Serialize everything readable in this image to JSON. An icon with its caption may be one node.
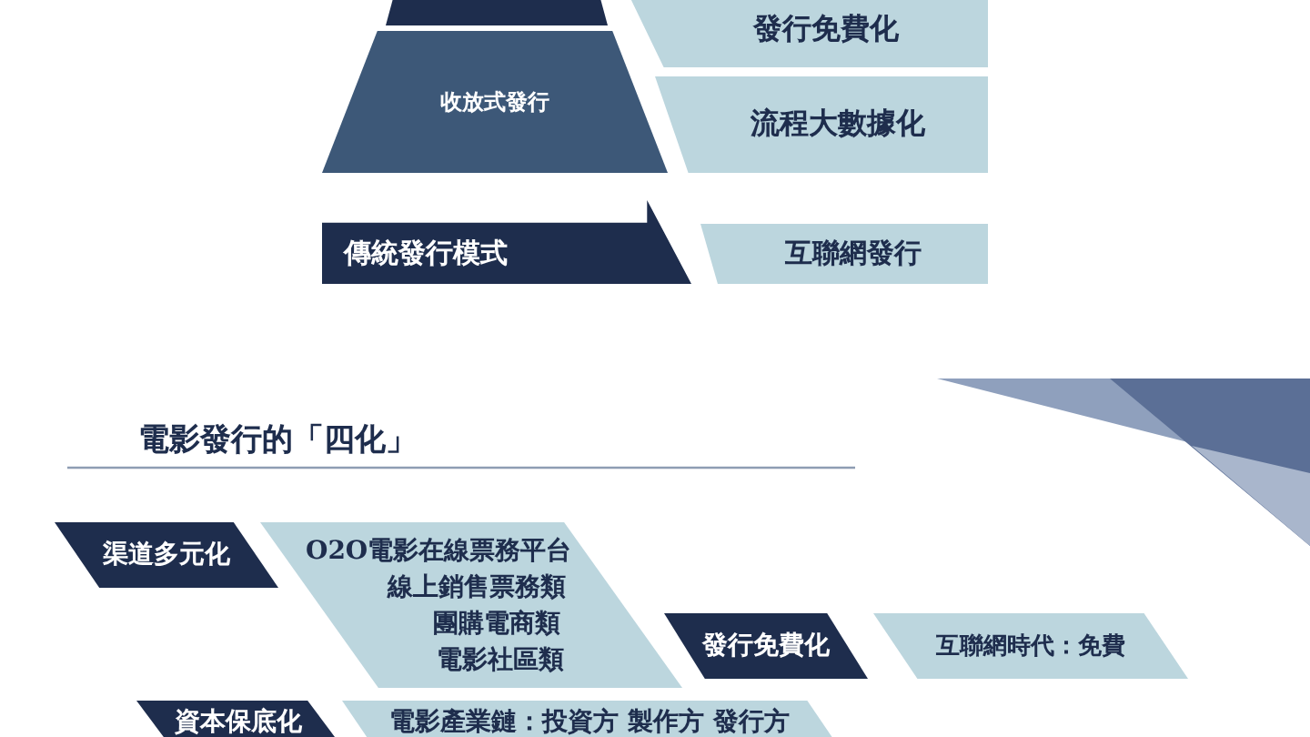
{
  "diagram": {
    "title": "電影發行的「四化」",
    "nodes": [
      {
        "text": [],
        "shape": "box"
      },
      {
        "text": [
          "發行免費化"
        ]
      },
      {
        "text": [
          "收放式發行"
        ]
      },
      {
        "text": [
          "流程大數據化"
        ]
      },
      {
        "text": [
          "傳統發行模式"
        ]
      },
      {
        "text": [
          "互聯網發行"
        ]
      },
      {
        "text": [
          "渠道多元化"
        ]
      },
      {
        "text": [
          "O2O電影在線票務平台",
          "線上銷售票務類",
          "團購電商類",
          "電影社區類"
        ]
      },
      {
        "text": [
          "發行免費化"
        ]
      },
      {
        "text": [
          "互聯網時代：免費"
        ]
      },
      {
        "text": [
          "資本保底化"
        ]
      },
      {
        "text": [
          "電影產業鏈：投資方 製作方 發行方"
        ]
      }
    ],
    "edges": []
  }
}
